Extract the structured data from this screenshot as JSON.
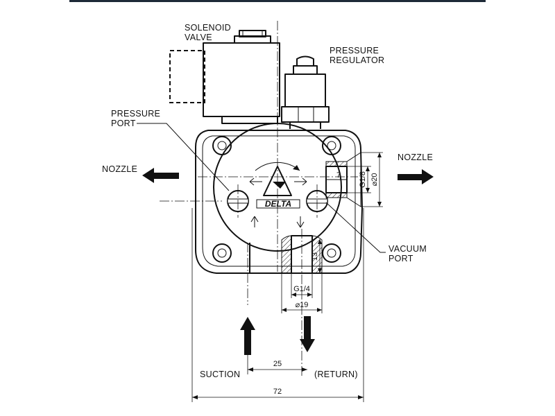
{
  "labels": {
    "solenoid_line1": "SOLENOID",
    "solenoid_line2": "VALVE",
    "pressure_reg_line1": "PRESSURE",
    "pressure_reg_line2": "REGULATOR",
    "pressure_port_line1": "PRESSURE",
    "pressure_port_line2": "PORT",
    "vacuum_port_line1": "VACUUM",
    "vacuum_port_line2": "PORT",
    "nozzle_left": "NOZZLE",
    "nozzle_right": "NOZZLE",
    "suction": "SUCTION",
    "return": "(RETURN)",
    "logo": "DELTA"
  },
  "dimensions": {
    "d72": "72",
    "d25": "25",
    "d19": "⌀19",
    "g14": "G1/4",
    "d13": "13",
    "g18": "G1/8",
    "d20": "⌀20",
    "d7": "7"
  },
  "colors": {
    "line": "#111111",
    "background": "#ffffff",
    "top_bar": "#1e2a38"
  }
}
